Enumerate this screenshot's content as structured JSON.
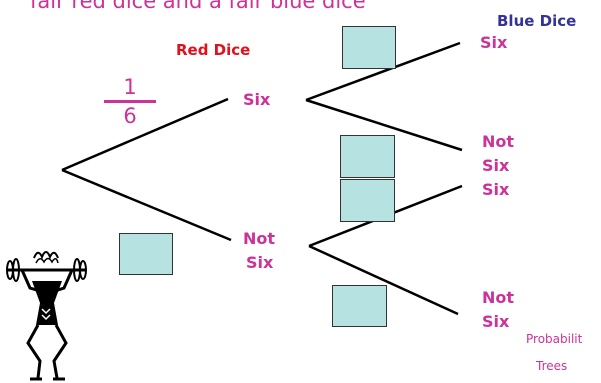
{
  "heading": "fair red dice and a fair blue dice",
  "labels": {
    "red_dice": "Red Dice",
    "blue_dice": "Blue Dice"
  },
  "fraction": {
    "numerator": "1",
    "denominator": "6"
  },
  "first_stage": {
    "top": "Six",
    "bottom_line1": "Not",
    "bottom_line2": "Six"
  },
  "second_stage": {
    "a": "Six",
    "b_line1": "Not",
    "b_line2": "Six",
    "c": "Six",
    "d_line1": "Not",
    "d_line2": "Six"
  },
  "footer": {
    "line1": "Probabilit",
    "line2": "Trees"
  },
  "colors": {
    "magenta": "#cc3399",
    "red": "#e0101c",
    "navy": "#333399",
    "box_fill": "#b7e2e2"
  },
  "icons": {
    "figure": "weightlifter-icon"
  }
}
